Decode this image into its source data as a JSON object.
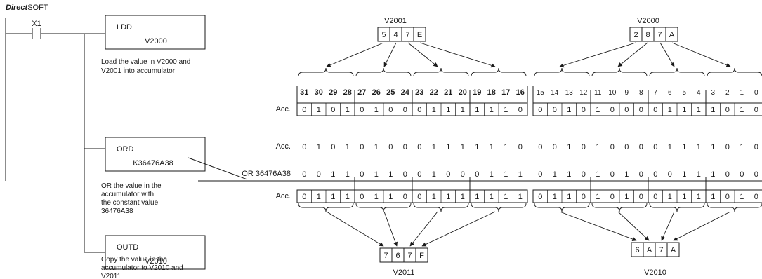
{
  "title_bold": "Direct",
  "title_rest": "SOFT",
  "contact": {
    "label": "X1"
  },
  "instructions": [
    {
      "op": "LDD",
      "operand": "V2000",
      "desc": [
        "Load the value in V2000 and",
        "V2001 into accumulator"
      ]
    },
    {
      "op": "ORD",
      "operand": "K36476A38",
      "desc": [
        "OR the value in the",
        "accumulator with",
        "the constant value",
        "36476A38"
      ]
    },
    {
      "op": "OUTD",
      "operand": "V2010",
      "desc": [
        "Copy the value in the",
        "accumulator to V2010 and",
        "V2011"
      ]
    }
  ],
  "top_words": [
    {
      "label": "V2001",
      "digits": [
        "5",
        "4",
        "7",
        "E"
      ]
    },
    {
      "label": "V2000",
      "digits": [
        "2",
        "8",
        "7",
        "A"
      ]
    }
  ],
  "bottom_words": [
    {
      "label": "V2011",
      "digits": [
        "7",
        "6",
        "7",
        "F"
      ]
    },
    {
      "label": "V2010",
      "digits": [
        "6",
        "A",
        "7",
        "A"
      ]
    }
  ],
  "bit_positions": [
    "31",
    "30",
    "29",
    "28",
    "27",
    "26",
    "25",
    "24",
    "23",
    "22",
    "21",
    "20",
    "19",
    "18",
    "17",
    "16",
    "15",
    "14",
    "13",
    "12",
    "11",
    "10",
    "9",
    "8",
    "7",
    "6",
    "5",
    "4",
    "3",
    "2",
    "1",
    "0"
  ],
  "rows": {
    "acc_initial": {
      "label": "Acc.",
      "bits": [
        0,
        1,
        0,
        1,
        0,
        1,
        0,
        0,
        0,
        1,
        1,
        1,
        1,
        1,
        1,
        0,
        0,
        0,
        1,
        0,
        1,
        0,
        0,
        0,
        0,
        1,
        1,
        1,
        1,
        0,
        1,
        0
      ]
    },
    "acc_copy": {
      "label": "Acc.",
      "bits": [
        0,
        1,
        0,
        1,
        0,
        1,
        0,
        0,
        0,
        1,
        1,
        1,
        1,
        1,
        1,
        0,
        0,
        0,
        1,
        0,
        1,
        0,
        0,
        0,
        0,
        1,
        1,
        1,
        1,
        0,
        1,
        0
      ]
    },
    "or_operand": {
      "label": "OR 36476A38",
      "bits": [
        0,
        0,
        1,
        1,
        0,
        1,
        1,
        0,
        0,
        1,
        0,
        0,
        0,
        1,
        1,
        1,
        0,
        1,
        1,
        0,
        1,
        0,
        1,
        0,
        0,
        0,
        1,
        1,
        1,
        0,
        0,
        0
      ]
    },
    "acc_result": {
      "label": "Acc.",
      "bits": [
        0,
        1,
        1,
        1,
        0,
        1,
        1,
        0,
        0,
        1,
        1,
        1,
        1,
        1,
        1,
        1,
        0,
        1,
        1,
        0,
        1,
        0,
        1,
        0,
        0,
        1,
        1,
        1,
        1,
        0,
        1,
        0
      ]
    }
  }
}
